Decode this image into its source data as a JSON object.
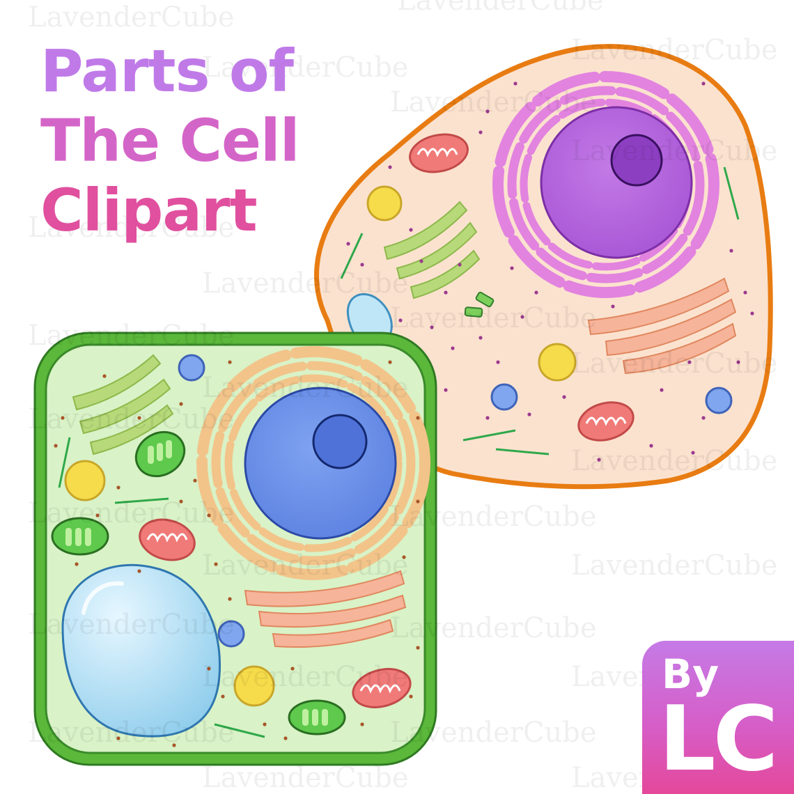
{
  "title": {
    "line1": "Parts of",
    "line2": "The Cell",
    "line3": "Clipart"
  },
  "badge": {
    "by": "By",
    "initials": "LC"
  },
  "watermark": "LavenderCube",
  "colors": {
    "animal_membrane": "#e87c12",
    "animal_cytoplasm": "#fbe2cf",
    "plant_wall": "#5bb83a",
    "plant_cytoplasm": "#d9f2c7",
    "nucleus_animal": "#b566dc",
    "nucleus_plant": "#6e93ea",
    "er_animal": "#e283df",
    "er_plant": "#f2c48a",
    "golgi": "#f2a98a",
    "mitochondria": "#f07a78",
    "chloroplast": "#5ec94c",
    "vacuole": "#aee0f7",
    "lysosome_yellow": "#f6dc4a",
    "badge_top": "#c57ae6",
    "badge_bottom": "#e4489a"
  }
}
